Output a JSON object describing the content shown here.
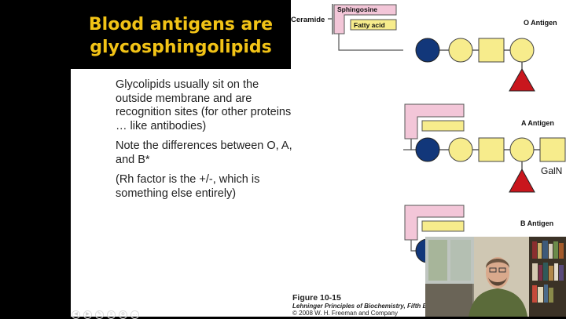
{
  "slide": {
    "title_line1": "Blood antigens are",
    "title_line2": "glycosphingolipids",
    "bullets": [
      "Glycolipids usually sit on the outside membrane and are recognition sites (for other proteins … like antibodies)",
      "Note the differences between O, A, and B*",
      "(Rh factor is the +/-, which is something else entirely)"
    ]
  },
  "diagram": {
    "label_ceramide": "Ceramide",
    "label_sphingosine": "Sphingosine",
    "label_fatty_acid": "Fatty acid",
    "antigen_o": "O Antigen",
    "antigen_a": "A Antigen",
    "antigen_b": "B Antigen",
    "label_galn": "GalN"
  },
  "caption": {
    "figure": "Figure 10-15",
    "book": "Lehninger Principles of Biochemistry, Fifth Edition",
    "copyright": "© 2008 W. H. Freeman and Company"
  },
  "colors": {
    "title_gold": "#f2c316",
    "sphingosine_pink": "#f3c6d8",
    "sugar_yellow": "#f7ec8c",
    "glucose_navy": "#12377a",
    "fucose_red": "#c9161d"
  }
}
